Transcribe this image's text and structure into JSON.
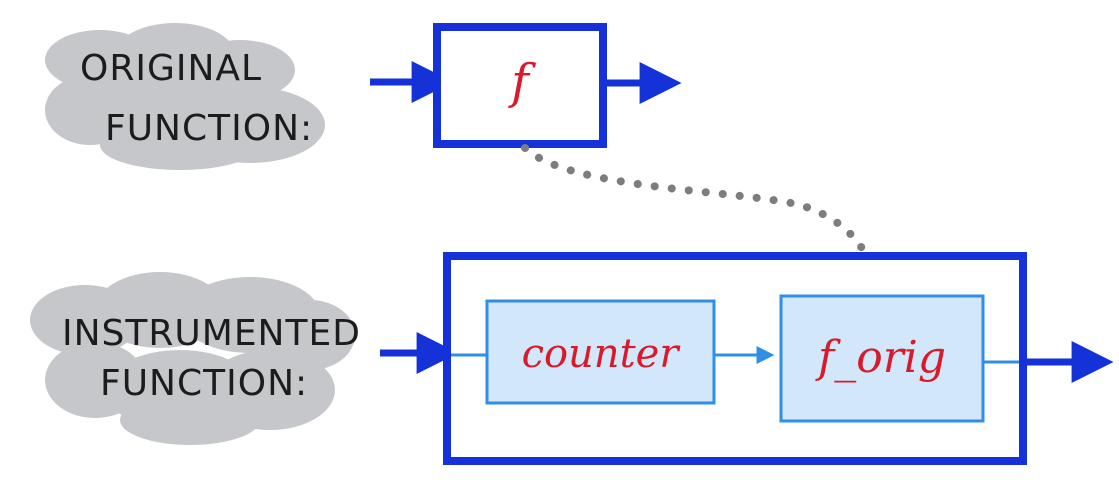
{
  "labels": {
    "original_line1": "ORIGINAL",
    "original_line2": "FUNCTION:",
    "instrumented_line1": "INSTRUMENTED",
    "instrumented_line2": "FUNCTION:"
  },
  "blocks": {
    "original_function": "f",
    "counter": "counter",
    "original_copy": "f_orig"
  },
  "colors": {
    "outline_blue": "#1432d8",
    "inner_blue": "#2f8fe6",
    "inner_fill": "#d2e7fa",
    "label_red": "#d81b2c",
    "cloud_gray": "#c6c7cb",
    "dotted_gray": "#7d7d7d"
  },
  "icons": {
    "arrow": "arrow-right-icon",
    "link": "dotted-link"
  }
}
